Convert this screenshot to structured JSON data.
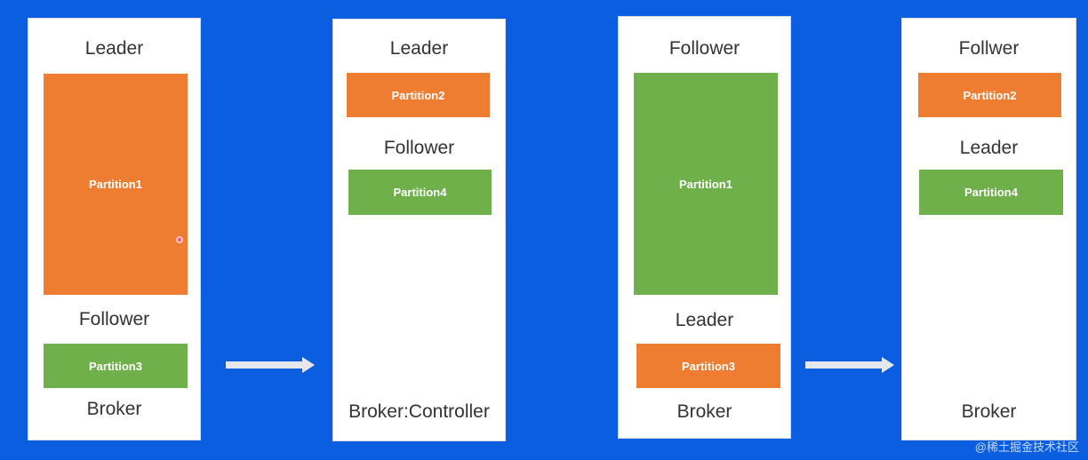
{
  "colors": {
    "background": "#0b5ee0",
    "panel": "#ffffff",
    "orange": "#ee7d31",
    "green": "#6fb04b",
    "arrow": "#e5e7ec"
  },
  "panels": [
    {
      "role1": "Leader",
      "partition1": "Partition1",
      "role2": "Follower",
      "partition2": "Partition3",
      "footer": "Broker"
    },
    {
      "role1": "Leader",
      "partition1": "Partition2",
      "role2": "Follower",
      "partition2": "Partition4",
      "footer": "Broker:Controller"
    },
    {
      "role1": "Follower",
      "partition1": "Partition1",
      "role2": "Leader",
      "partition2": "Partition3",
      "footer": "Broker"
    },
    {
      "role1": "Follwer",
      "partition1": "Partition2",
      "role2": "Leader",
      "partition2": "Partition4",
      "footer": "Broker"
    }
  ],
  "watermark": "@稀土掘金技术社区"
}
